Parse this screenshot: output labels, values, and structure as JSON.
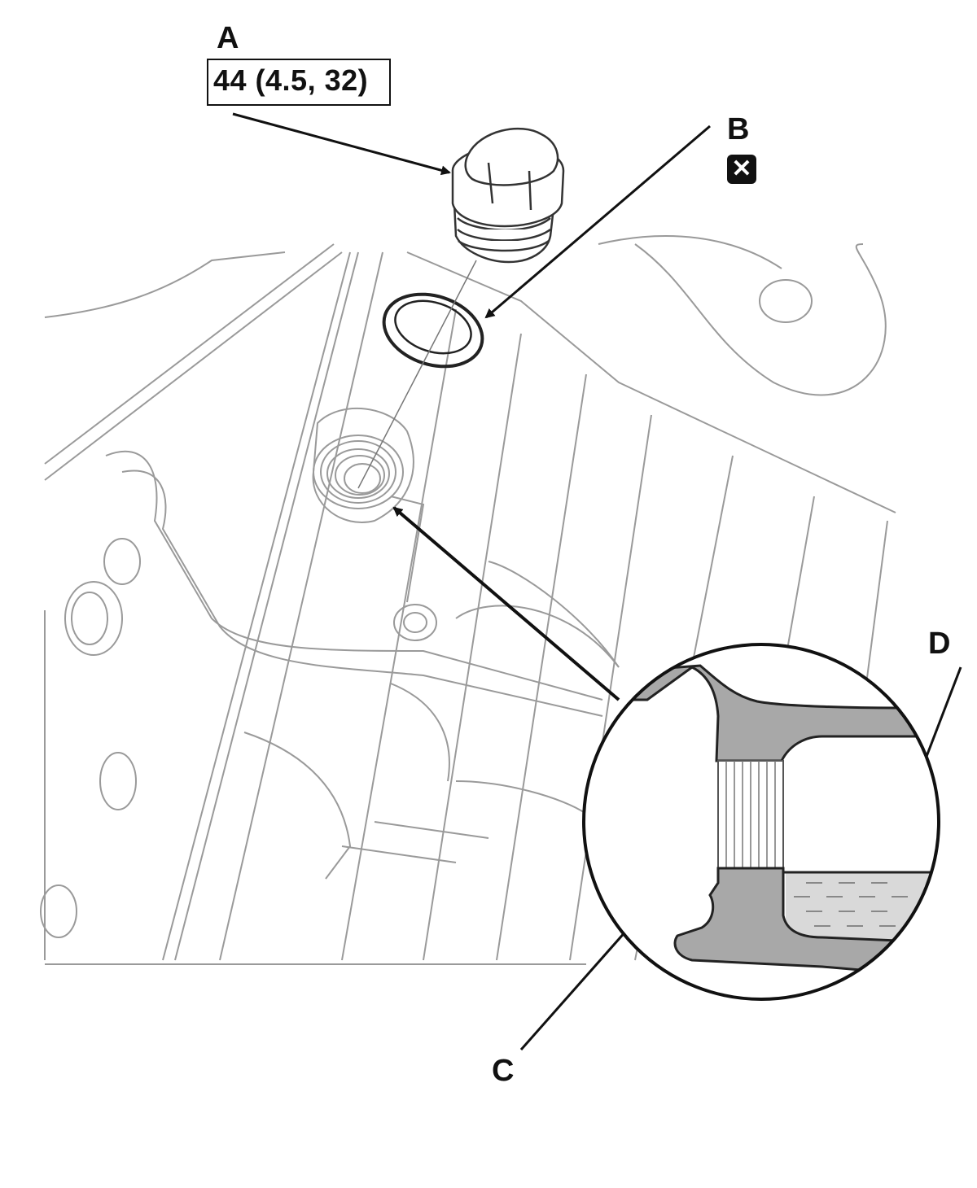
{
  "callouts": {
    "a": {
      "letter": "A",
      "torque": "44 (4.5, 32)"
    },
    "b": {
      "letter": "B",
      "icon": "replace-part-icon"
    },
    "c": {
      "letter": "C"
    },
    "d": {
      "letter": "D"
    }
  },
  "colors": {
    "line": "#111111",
    "drawing": "#9a9a9a",
    "metal": "#a8a8a8",
    "oil": "#d9d9d9"
  }
}
